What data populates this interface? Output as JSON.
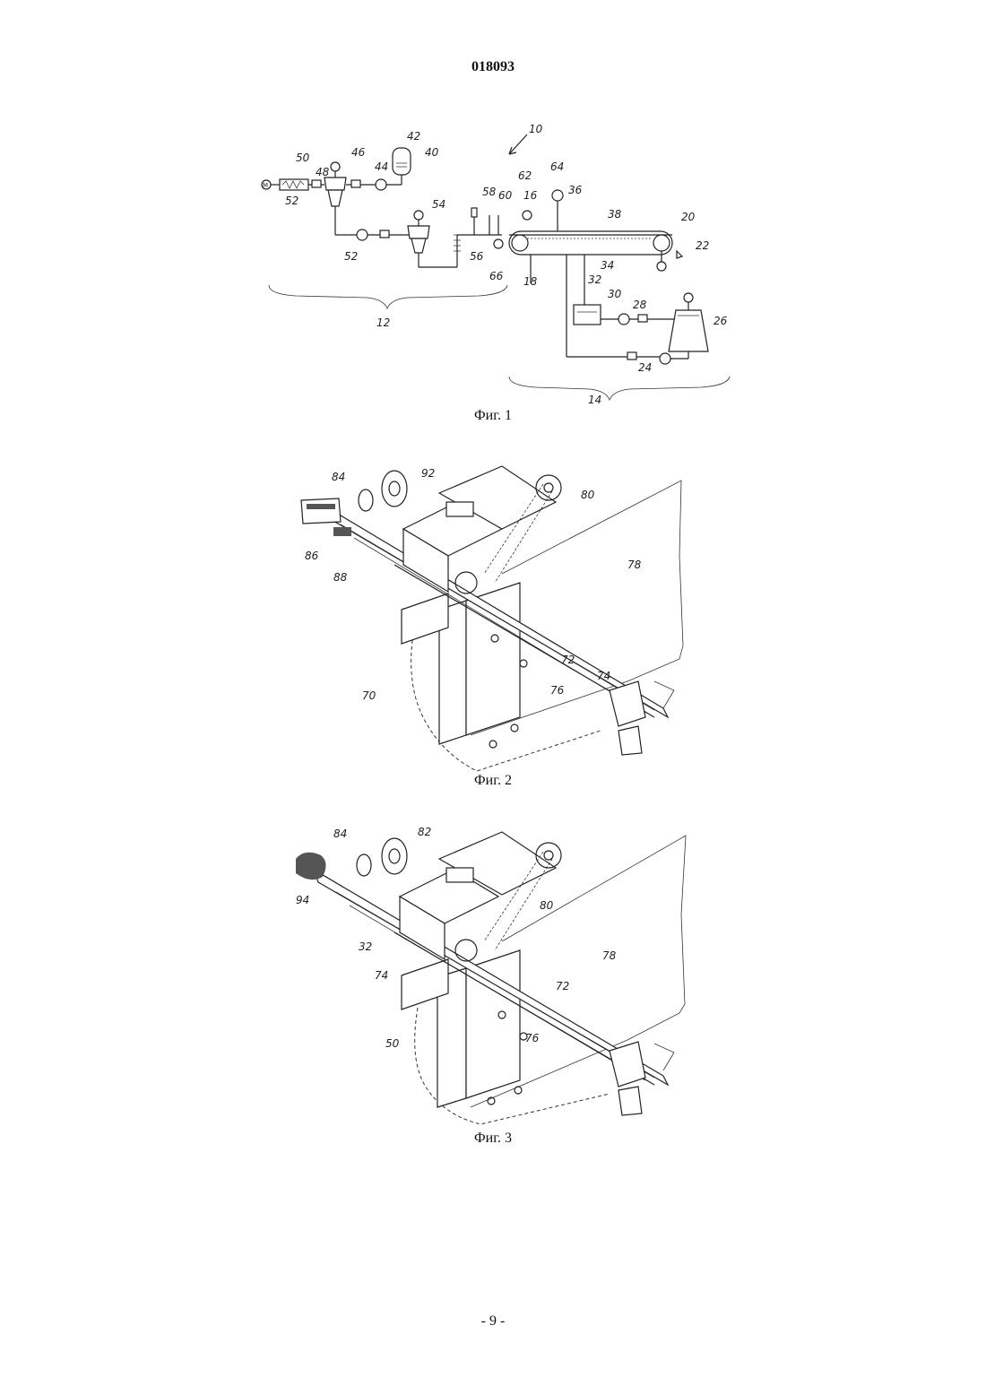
{
  "header": {
    "doc_number": "018093"
  },
  "figures": [
    {
      "caption": "Фиг. 1",
      "labels": [
        "10",
        "12",
        "14",
        "16",
        "18",
        "20",
        "22",
        "24",
        "26",
        "28",
        "30",
        "32",
        "34",
        "36",
        "38",
        "40",
        "42",
        "44",
        "46",
        "48",
        "50",
        "52",
        "52",
        "54",
        "56",
        "58",
        "60",
        "62",
        "64",
        "66"
      ],
      "motor_symbol": "M"
    },
    {
      "caption": "Фиг. 2",
      "labels": [
        "84",
        "92",
        "80",
        "78",
        "86",
        "88",
        "72",
        "74",
        "76",
        "70"
      ]
    },
    {
      "caption": "Фиг. 3",
      "labels": [
        "84",
        "82",
        "94",
        "80",
        "32",
        "74",
        "78",
        "72",
        "76",
        "50"
      ]
    }
  ],
  "footer": {
    "page_number": "- 9 -"
  }
}
